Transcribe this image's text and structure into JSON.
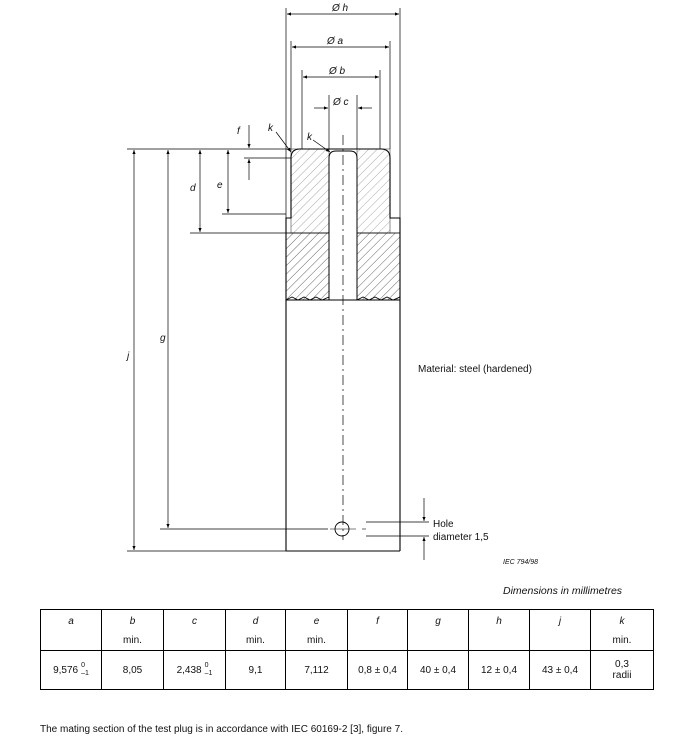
{
  "drawing": {
    "dimension_labels": {
      "h": "Ø h",
      "a": "Ø a",
      "b": "Ø b",
      "c": "Ø c",
      "f": "f",
      "k_outer": "k",
      "k_inner": "k",
      "d": "d",
      "e": "e",
      "g": "g",
      "j": "j"
    },
    "material_note": "Material: steel (hardened)",
    "hole_note_line1": "Hole",
    "hole_note_line2": "diameter 1,5",
    "figure_code": "IEC   794/98"
  },
  "units_caption": "Dimensions in millimetres",
  "table": {
    "columns": [
      {
        "symbol": "a",
        "qualifier": ""
      },
      {
        "symbol": "b",
        "qualifier": "min."
      },
      {
        "symbol": "c",
        "qualifier": ""
      },
      {
        "symbol": "d",
        "qualifier": "min."
      },
      {
        "symbol": "e",
        "qualifier": "min."
      },
      {
        "symbol": "f",
        "qualifier": ""
      },
      {
        "symbol": "g",
        "qualifier": ""
      },
      {
        "symbol": "h",
        "qualifier": ""
      },
      {
        "symbol": "j",
        "qualifier": ""
      },
      {
        "symbol": "k",
        "qualifier": "min."
      }
    ],
    "values": {
      "a": {
        "nominal": "9,576",
        "upper": "0",
        "lower": "–1"
      },
      "b": "8,05",
      "c": {
        "nominal": "2,438",
        "upper": "0",
        "lower": "–1"
      },
      "d": "9,1",
      "e": "7,112",
      "f": "0,8 ± 0,4",
      "g": "40 ± 0,4",
      "h": "12 ± 0,4",
      "j": "43 ± 0,4",
      "k_line1": "0,3",
      "k_line2": "radii"
    }
  },
  "footnote": "The mating section of the test plug is in accordance with IEC 60169-2 [3], figure 7."
}
